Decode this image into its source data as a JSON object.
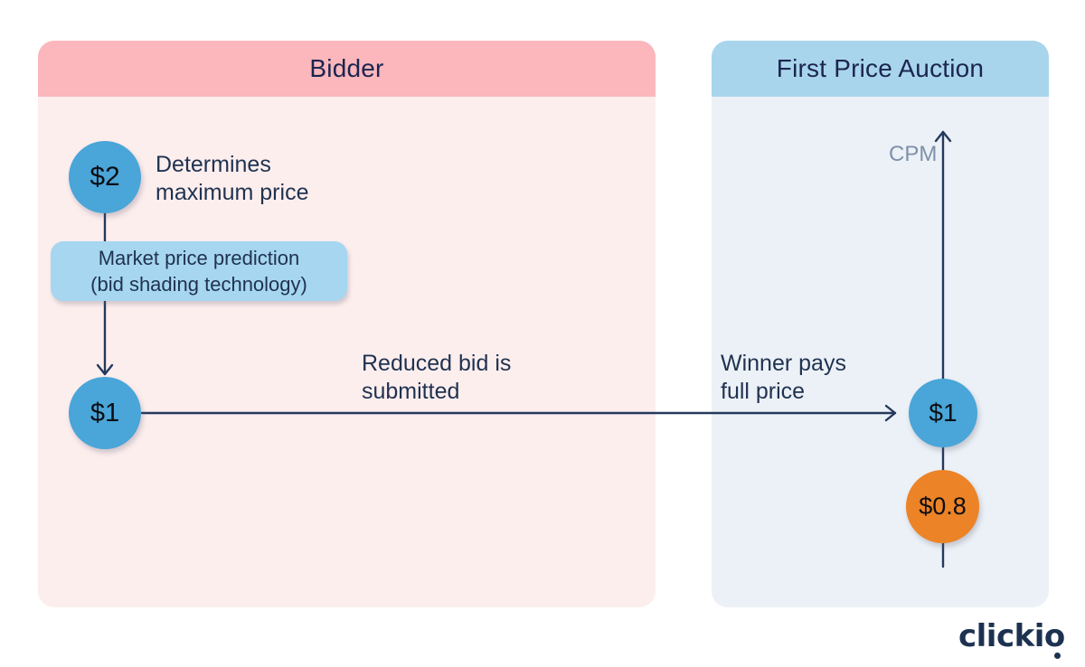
{
  "colors": {
    "bidder_header": "#fbb7bc",
    "bidder_body": "#fdeeee",
    "auction_header": "#a9d5ec",
    "auction_body": "#ecf1f7",
    "bid_circle_blue": "#4aa5d8",
    "market_price_orange": "#ec8326",
    "prediction_box_blue": "#a6d6f0",
    "arrow_navy": "#24395c",
    "text_navy": "#1f3250",
    "cpm_gray_blue": "#7e90aa"
  },
  "bidder_panel": {
    "title": "Bidder",
    "max_bid_circle": {
      "value": "$2"
    },
    "max_bid_label": {
      "line1": "Determines",
      "line2": "maximum price"
    },
    "prediction_box": {
      "line1": "Market price prediction",
      "line2": "(bid shading technology)"
    },
    "reduced_bid_circle": {
      "value": "$1"
    },
    "reduced_bid_label": {
      "line1": "Reduced bid is",
      "line2": "submitted"
    }
  },
  "auction_panel": {
    "title": "First Price Auction",
    "axis_label": "CPM",
    "winner_label": {
      "line1": "Winner pays",
      "line2": "full price"
    },
    "winning_bid_circle": {
      "value": "$1"
    },
    "market_price_circle": {
      "value": "$0.8"
    }
  },
  "logo": {
    "text": "clickio"
  }
}
